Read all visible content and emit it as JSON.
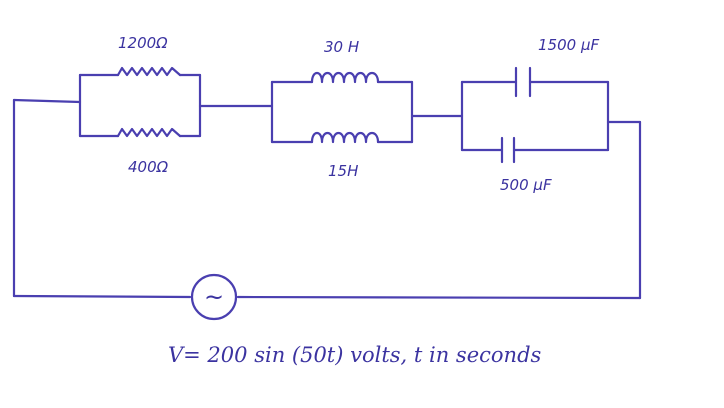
{
  "diagram": {
    "resistor_top_label": "1200Ω",
    "resistor_bottom_label": "400Ω",
    "inductor_top_label": "30 H",
    "inductor_bottom_label": "15H",
    "capacitor_top_label": "1500 μF",
    "capacitor_bottom_label": "500 μF",
    "source_symbol": "~",
    "equation": "V= 200 sin (50t) volts, t in seconds",
    "ink_color": "#4a3fb0"
  }
}
